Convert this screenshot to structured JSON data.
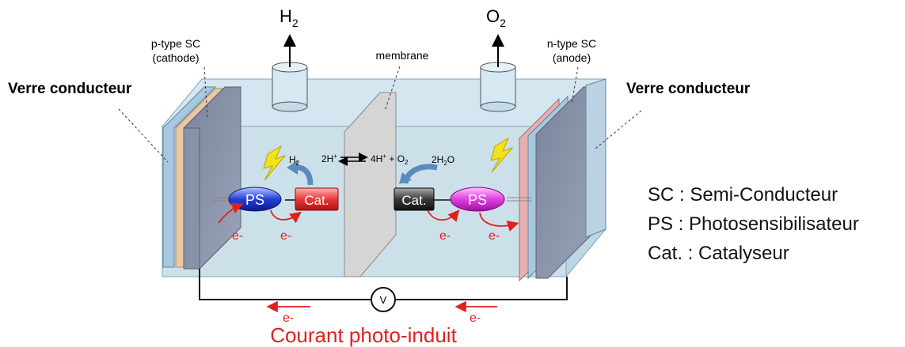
{
  "labels": {
    "left_glass": "Verre conducteur",
    "right_glass": "Verre conducteur",
    "cathode_line1": "p-type SC",
    "cathode_line2": "(cathode)",
    "anode_line1": "n-type SC",
    "anode_line2": "(anode)",
    "membrane": "membrane",
    "gas_h2_left": "H",
    "gas_h2_sub": "2",
    "gas_o2": "O",
    "gas_o2_sub": "2"
  },
  "reactions": {
    "h2": "H",
    "h2_sub": "2",
    "protons_2h": "2H",
    "protons_4h": "4H",
    "plus_o2": "+ O",
    "o2_sub": "2",
    "water_2h": "2H",
    "water_sub": "2",
    "water_o": "O"
  },
  "components": {
    "ps_left": "PS",
    "cat_left": "Cat.",
    "cat_right": "Cat.",
    "ps_right": "PS",
    "voltmeter": "V"
  },
  "electrons": {
    "e1": "e-",
    "e2": "e-",
    "e3": "e-",
    "e4": "e-",
    "e5": "e-",
    "e6": "e-"
  },
  "current_label": "Courant photo-induit",
  "legend": {
    "sc": "SC : Semi-Conducteur",
    "ps": "PS : Photosensibilisateur",
    "cat": "Cat. : Catalyseur"
  },
  "colors": {
    "tank": "#c7dde8",
    "glass": "#a9c8e0",
    "cathode_sc": "#e8c9a6",
    "anode_sc": "#e6b0b0",
    "photoelectrode": "#8791a8",
    "membrane": "#d4d4d4",
    "ps_left": "#2340d8",
    "ps_right": "#e040e0",
    "cat_left": "#e83a3a",
    "cat_right": "#2c2c2c",
    "lightning": "#f2e21b",
    "electron": "#e02020",
    "proton_arrow": "#5b8bbd"
  }
}
